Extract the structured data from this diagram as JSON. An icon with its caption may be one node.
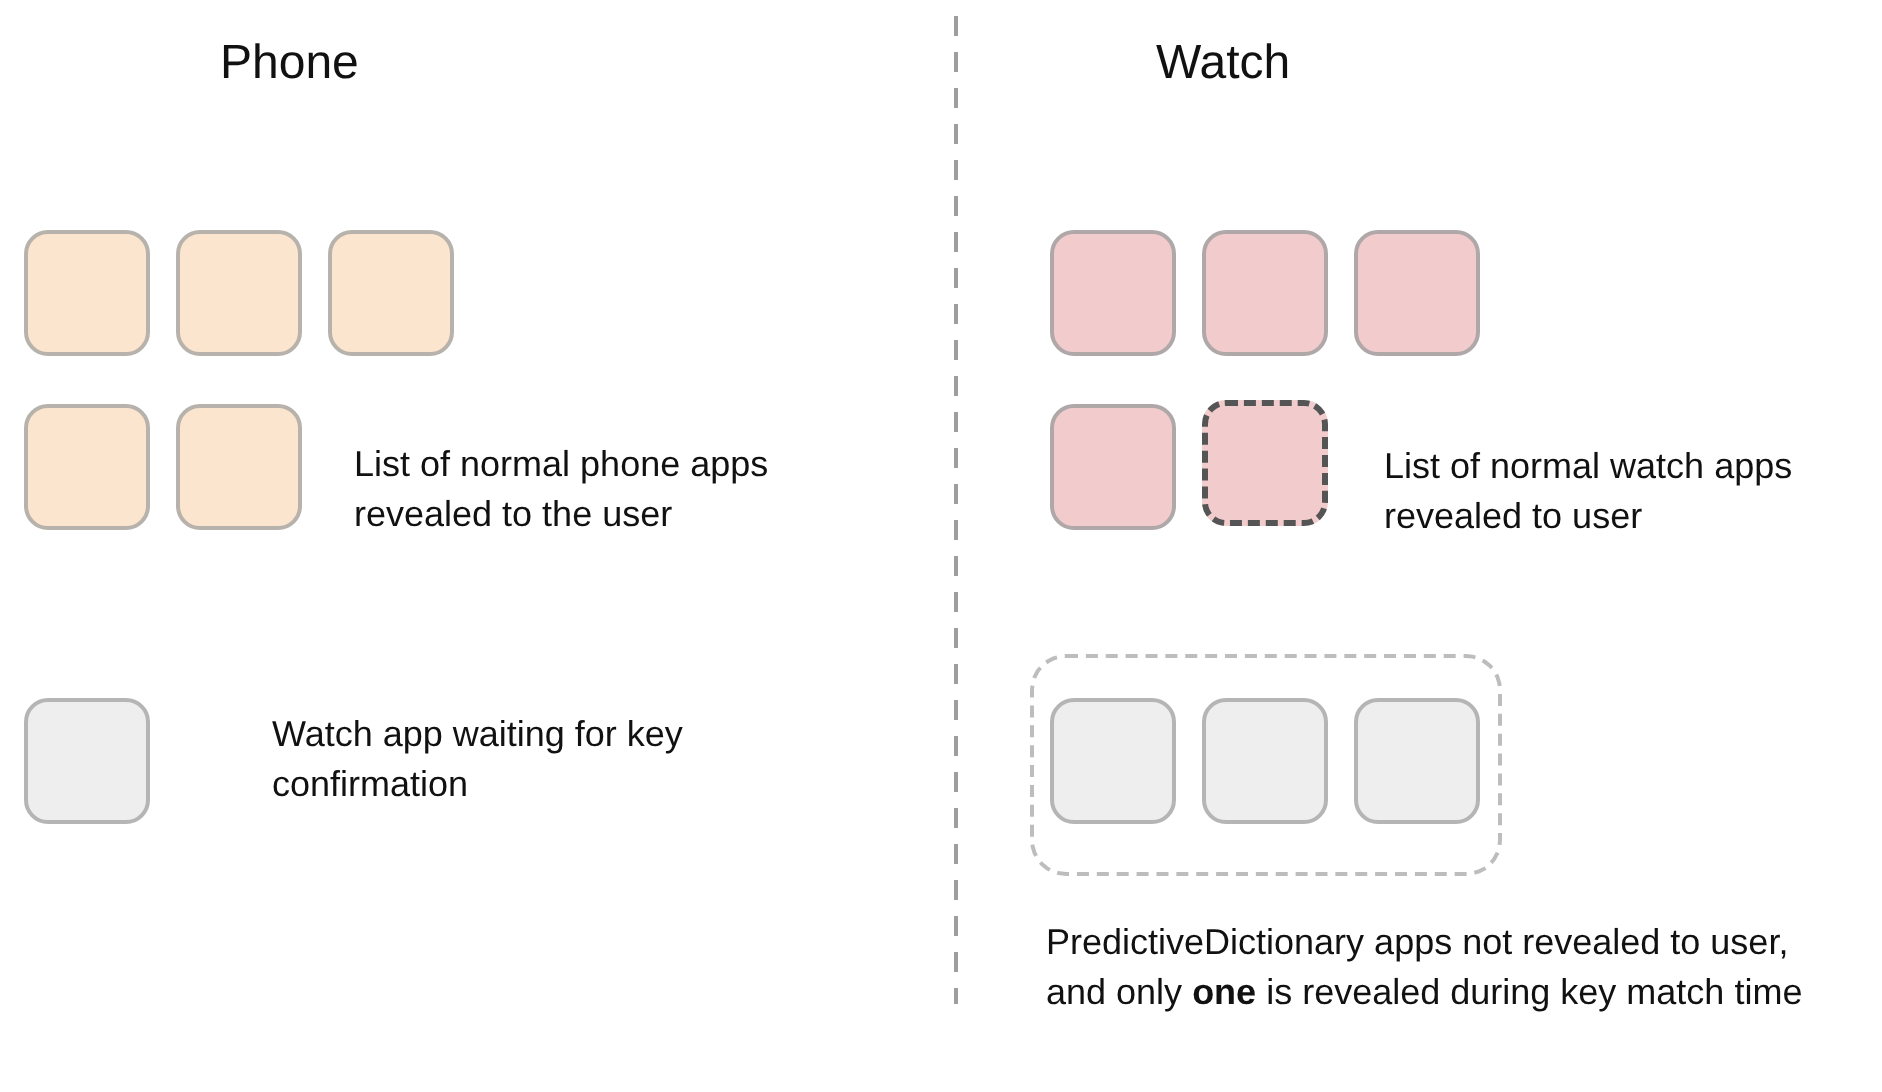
{
  "diagram": {
    "nodes": [
      {
        "text": [],
        "shape": "box"
      },
      {
        "text": [],
        "shape": "box"
      },
      {
        "text": [],
        "shape": "box"
      },
      {
        "text": [],
        "shape": "box"
      },
      {
        "text": [],
        "shape": "box"
      },
      {
        "text": [],
        "shape": "box"
      },
      {
        "text": [],
        "shape": "box"
      },
      {
        "text": [],
        "shape": "box"
      },
      {
        "text": [],
        "shape": "box"
      },
      {
        "text": [],
        "shape": "box"
      },
      {
        "text": [],
        "shape": "box"
      },
      {
        "text": [],
        "shape": "box"
      },
      {
        "text": [],
        "shape": "box",
        "in": 11
      },
      {
        "text": [],
        "shape": "box",
        "in": 11
      },
      {
        "text": [],
        "shape": "box",
        "in": 11
      }
    ],
    "labels": [
      "Phone",
      "Watch",
      "List of normal phone apps revealed to the user",
      "Watch app waiting for key confirmation",
      "List of normal watch apps revealed to user",
      "PredictiveDictionary apps not revealed to user, and only **one** is revealed during key match time"
    ]
  }
}
